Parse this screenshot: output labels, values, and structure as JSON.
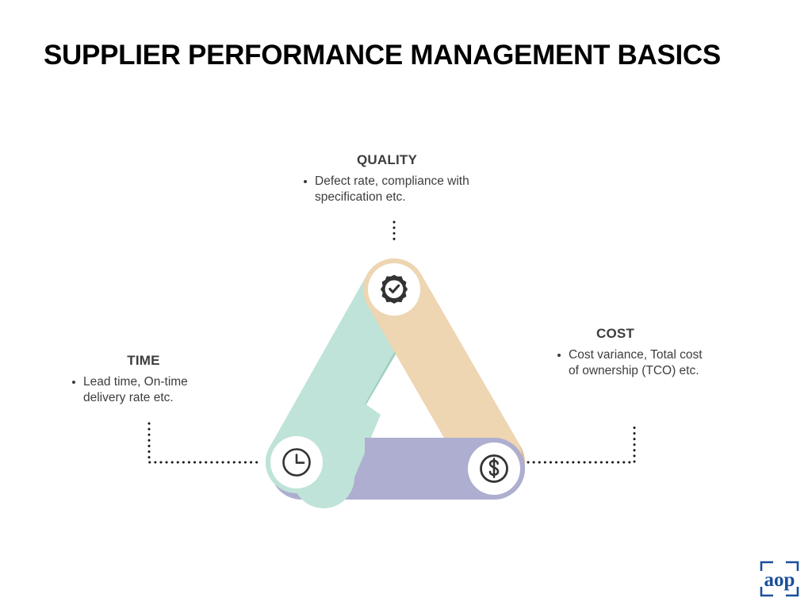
{
  "page": {
    "title": "SUPPLIER PERFORMANCE MANAGEMENT BASICS",
    "background_color": "#ffffff",
    "text_color": "#3d3d3d"
  },
  "diagram": {
    "type": "triangle-infographic",
    "nodes": [
      {
        "id": "quality",
        "heading": "QUALITY",
        "bullets": [
          "Defect rate, compliance with specification etc."
        ],
        "icon": "badge-check-icon",
        "bar_color": "#eed6b3",
        "bar_shadow_color": "#d9bd94",
        "position": "top"
      },
      {
        "id": "time",
        "heading": "TIME",
        "bullets": [
          "Lead time, On-time delivery rate etc."
        ],
        "icon": "clock-icon",
        "bar_color": "#bfe3d8",
        "bar_shadow_color": "#9ecfc2",
        "position": "bottom-left"
      },
      {
        "id": "cost",
        "heading": "COST",
        "bullets": [
          "Cost variance, Total cost of ownership (TCO) etc."
        ],
        "icon": "dollar-circle-icon",
        "bar_color": "#aeaed0",
        "bar_shadow_color": "#9494bd",
        "position": "bottom-right"
      }
    ],
    "connector_color": "#1a1a1a",
    "connector_style": "dotted"
  },
  "logo": {
    "text": "aop",
    "color": "#1b4f9c"
  }
}
